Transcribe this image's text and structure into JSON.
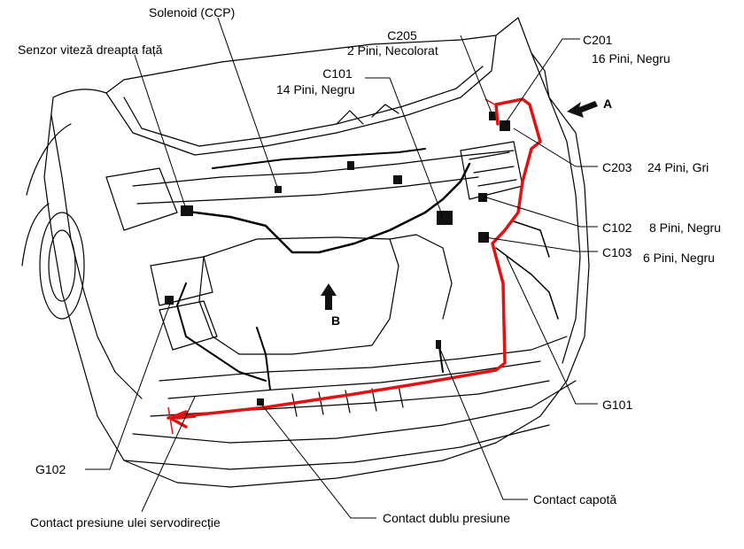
{
  "labels": {
    "solenoid": "Solenoid (CCP)",
    "senzor": "Senzor viteză dreapta față",
    "c205_name": "C205",
    "c205_desc": "2 Pini, Necolorat",
    "c101_name": "C101",
    "c101_desc": "14 Pini, Negru",
    "c201_name": "C201",
    "c201_desc": "16 Pini, Negru",
    "arrow_a": "A",
    "arrow_b": "B",
    "c203": "C203",
    "c203_desc": "24 Pini, Gri",
    "c102": "C102",
    "c102_desc": "8 Pini, Negru",
    "c103": "C103",
    "c103_desc": "6 Pini, Negru",
    "g101": "G101",
    "g102": "G102",
    "contact_capota": "Contact capotă",
    "contact_dublu": "Contact dublu presiune",
    "contact_ulei": "Contact presiune ulei servodirecție"
  },
  "colors": {
    "harness": "#e31212",
    "linework": "#000000",
    "background": "#ffffff"
  }
}
